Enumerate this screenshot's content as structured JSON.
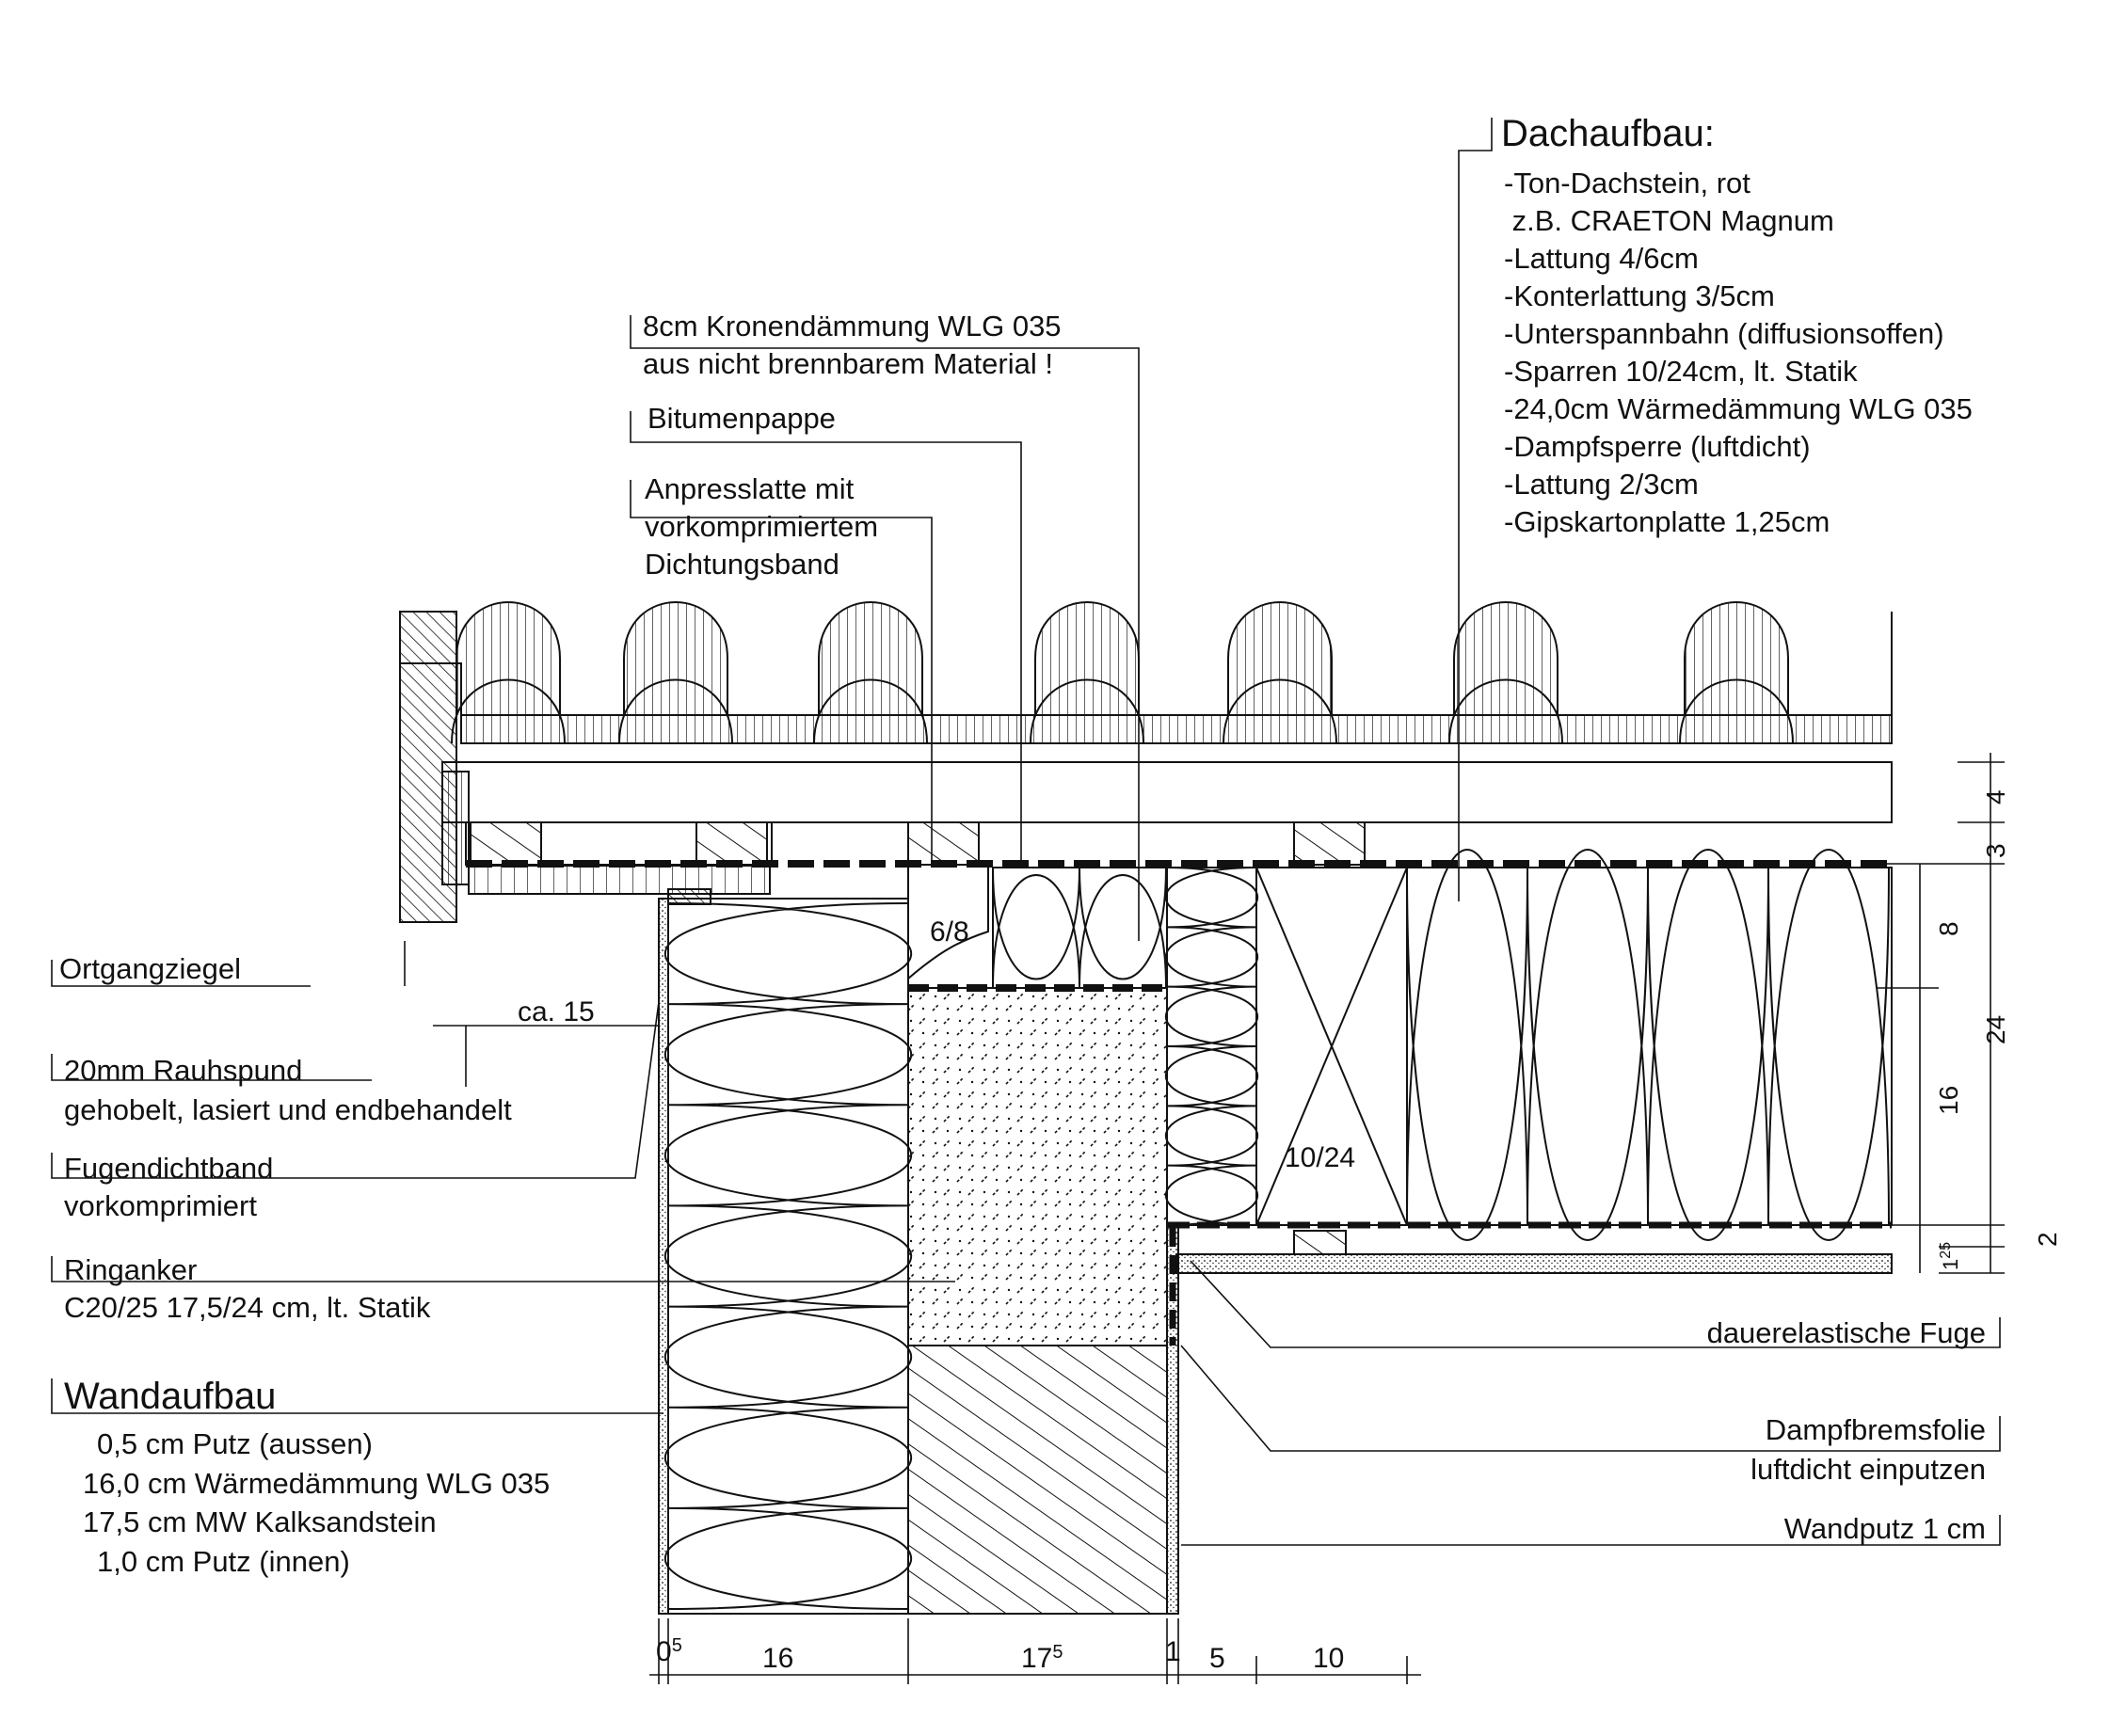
{
  "title_roof": "Dachaufbau:",
  "roof_layers": [
    "-Ton-Dachstein, rot",
    " z.B. CRAETON Magnum",
    "-Lattung 4/6cm",
    "-Konterlattung 3/5cm",
    "-Unterspannbahn (diffusionsoffen)",
    "-Sparren 10/24cm, lt. Statik",
    "-24,0cm Wärmedämmung WLG 035",
    "-Dampfsperre (luftdicht)",
    "-Lattung 2/3cm",
    "-Gipskartonplatte 1,25cm"
  ],
  "callouts": {
    "crown_insulation": [
      "8cm Kronendämmung WLG 035",
      "aus nicht brennbarem Material !"
    ],
    "bitumen": [
      "Bitumenpappe"
    ],
    "pressure_batten": [
      "Anpresslatte mit",
      "vorkomprimiertem",
      "Dichtungsband"
    ],
    "verge_tile": [
      "Ortgangziegel"
    ],
    "tongue_groove": [
      "20mm Rauhspund",
      "gehobelt, lasiert und endbehandelt"
    ],
    "joint_tape": [
      "Fugendichtband",
      "vorkomprimiert"
    ],
    "ring_beam": [
      "Ringanker",
      "C20/25 17,5/24 cm, lt. Statik"
    ],
    "elastic_joint": [
      "dauerelastische Fuge"
    ],
    "vapor_foil": [
      "Dampfbremsfolie",
      "luftdicht einputzen"
    ],
    "wall_plaster": [
      "Wandputz 1 cm"
    ]
  },
  "title_wall": "Wandaufbau",
  "wall_layers": [
    "0,5 cm Putz (aussen)",
    "16,0 cm Wärmedämmung WLG 035",
    "17,5 cm MW Kalksandstein",
    "1,0 cm Putz (innen)"
  ],
  "labels": {
    "batten_68": "6/8",
    "rafter": "10/24",
    "overhang": "ca. 15"
  },
  "dims_bottom": [
    {
      "base": "0",
      "sup": "5"
    },
    {
      "base": "16",
      "sup": ""
    },
    {
      "base": "17",
      "sup": "5"
    },
    {
      "base": "1",
      "sup": ""
    },
    {
      "base": "5",
      "sup": ""
    },
    {
      "base": "10",
      "sup": ""
    }
  ],
  "dims_right": {
    "inner": [
      "8",
      "16",
      "1",
      "25"
    ],
    "outer": [
      "4",
      "3",
      "24",
      "2"
    ]
  }
}
